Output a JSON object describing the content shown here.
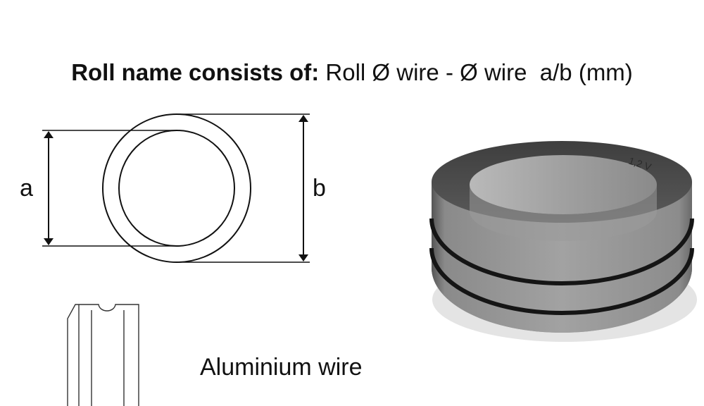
{
  "heading": {
    "bold_part": "Roll name consists of:",
    "rest": " Roll Ø wire - Ø wire  a/b (mm)"
  },
  "diagram": {
    "inner_label": "a",
    "outer_label": "b"
  },
  "profile_caption": "Aluminium wire",
  "roll_photo": {
    "engraving": "1,2 V",
    "colors": {
      "steel": "#8e8e8e",
      "steel_dark": "#4a4a4a",
      "groove": "#151515"
    }
  }
}
